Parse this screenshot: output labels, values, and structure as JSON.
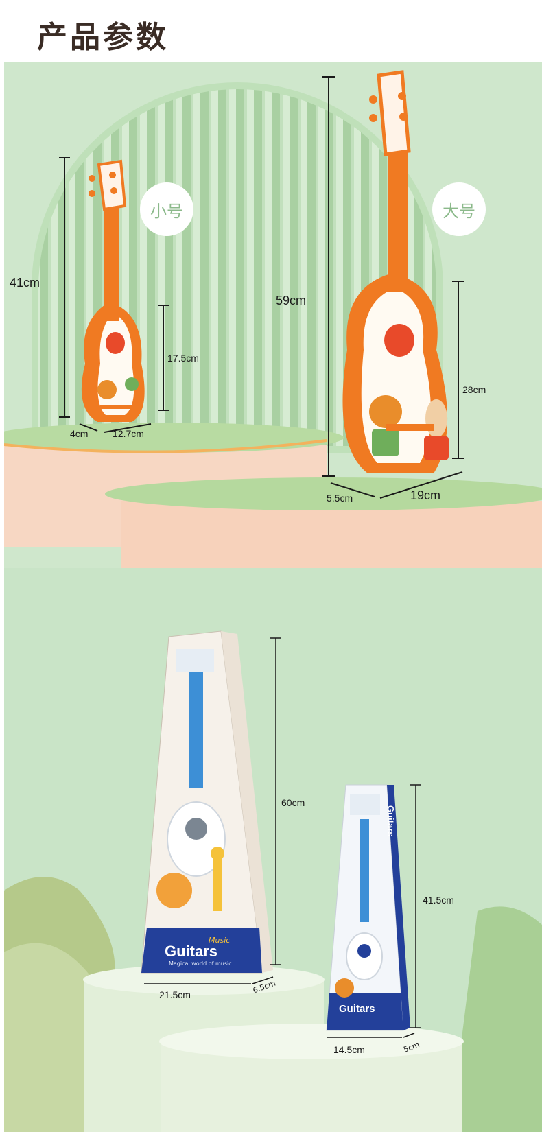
{
  "title": "产品参数",
  "sizes": {
    "small_label": "小号",
    "large_label": "大号"
  },
  "small_guitar": {
    "height": "41cm",
    "body_height": "17.5cm",
    "depth": "4cm",
    "width": "12.7cm"
  },
  "large_guitar": {
    "height": "59cm",
    "body_height": "28cm",
    "depth": "5.5cm",
    "width": "19cm"
  },
  "large_box": {
    "height": "60cm",
    "width": "21.5cm",
    "depth": "6.5cm",
    "brand": "Guitars",
    "brand_script": "Music",
    "tagline": "Magical world of music"
  },
  "small_box": {
    "height": "41.5cm",
    "width": "14.5cm",
    "depth": "5cm",
    "brand": "Guitars",
    "side_brand": "Guitars"
  },
  "colors": {
    "bg_top": "#cfe7cc",
    "bg_bottom": "#c9e4c7",
    "orange": "#f07a22",
    "blue": "#3d8fd6",
    "navy": "#23409a",
    "peach": "#f7d7c3",
    "platform_green": "#b5d99e"
  }
}
